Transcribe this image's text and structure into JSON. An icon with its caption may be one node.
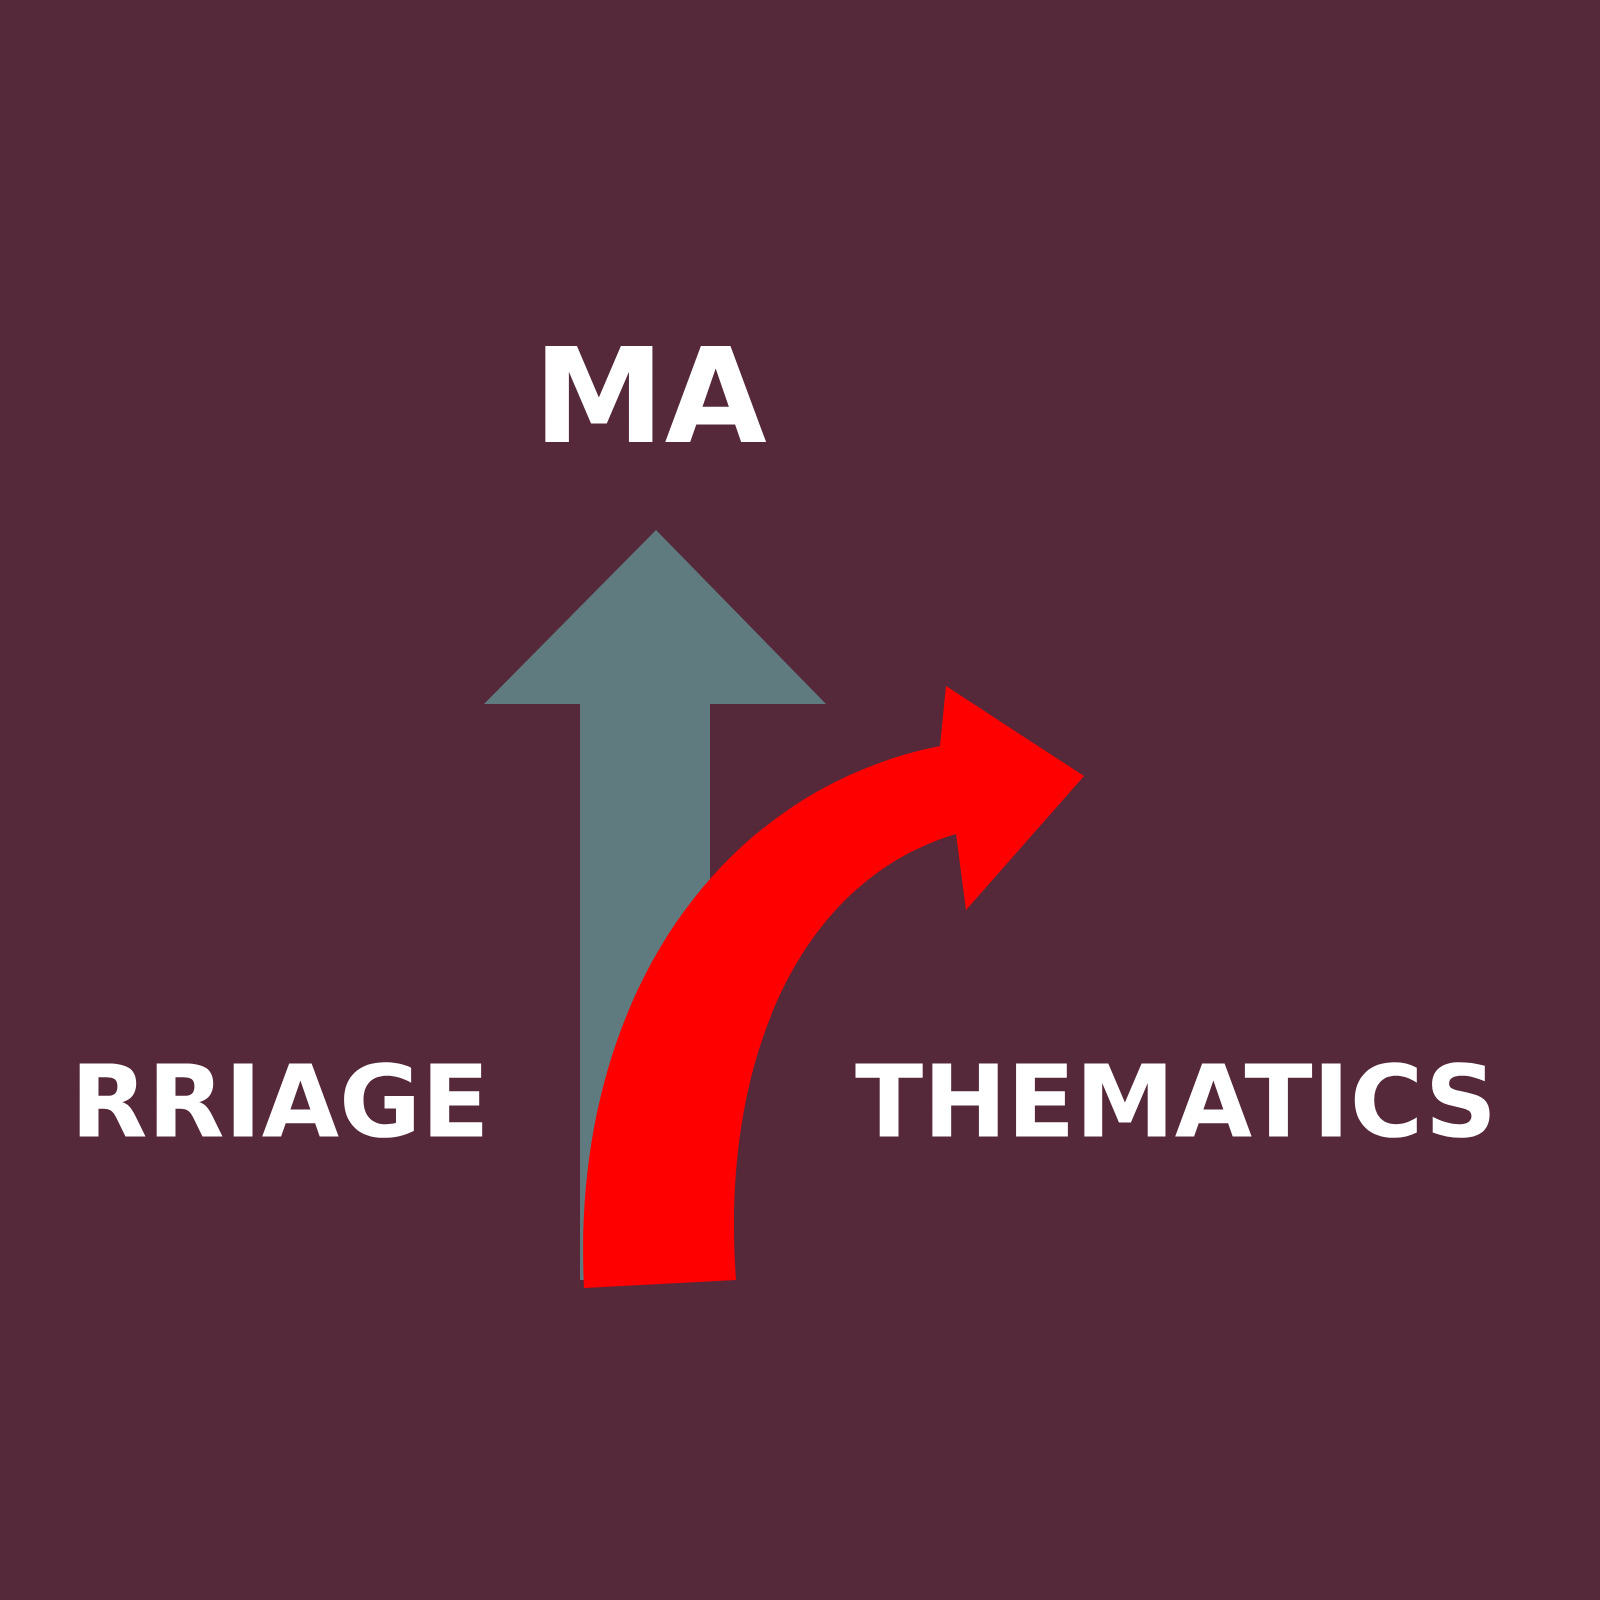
{
  "diagram": {
    "labels": [
      "MA",
      "RRIAGE",
      "THEMATICS"
    ]
  }
}
